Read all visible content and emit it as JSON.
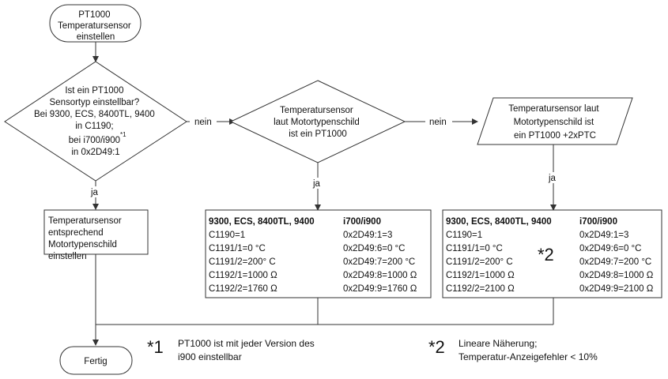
{
  "nodes": {
    "start": [
      "PT1000",
      "Temperatursensor",
      "einstellen"
    ],
    "decision1": [
      "Ist ein PT1000",
      "Sensortyp einstellbar?",
      "Bei 9300, ECS, 8400TL, 9400",
      "in C1190;",
      "bei i700/i900",
      "in 0x2D49:1"
    ],
    "decision1_sup": "*1",
    "decision2": [
      "Temperatursensor",
      "laut Motortypenschild",
      "ist ein PT1000"
    ],
    "parallelogram": [
      "Temperatursensor laut",
      "Motortypenschild ist",
      "ein PT1000 +2xPTC"
    ],
    "box_left": [
      "Temperatursensor",
      "entsprechend",
      "Motortypenschild",
      "einstellen"
    ],
    "end": "Fertig"
  },
  "edges": {
    "nein1": "nein",
    "nein2": "nein",
    "ja1": "ja",
    "ja2": "ja",
    "ja3": "ja"
  },
  "table_mid": {
    "header_left": "9300, ECS, 8400TL, 9400",
    "header_right": "i700/i900",
    "rows": [
      [
        "C1190=1",
        "0x2D49:1=3"
      ],
      [
        "C1191/1=0 °C",
        "0x2D49:6=0 °C"
      ],
      [
        "C1191/2=200° C",
        "0x2D49:7=200 °C"
      ],
      [
        "C1192/1=1000 Ω",
        "0x2D49:8=1000 Ω"
      ],
      [
        "C1192/2=1760 Ω",
        "0x2D49:9=1760 Ω"
      ]
    ]
  },
  "table_right": {
    "header_left": "9300, ECS, 8400TL, 9400",
    "header_right": "i700/i900",
    "marker": "*2",
    "rows": [
      [
        "C1190=1",
        "0x2D49:1=3"
      ],
      [
        "C1191/1=0 °C",
        "0x2D49:6=0 °C"
      ],
      [
        "C1191/2=200° C",
        "0x2D49:7=200 °C"
      ],
      [
        "C1192/1=1000 Ω",
        "0x2D49:8=1000 Ω"
      ],
      [
        "C1192/2=2100 Ω",
        "0x2D49:9=2100 Ω"
      ]
    ]
  },
  "footnotes": [
    {
      "marker": "*1",
      "lines": [
        "PT1000 ist mit jeder Version des",
        "i900 einstellbar"
      ]
    },
    {
      "marker": "*2",
      "lines": [
        "Lineare Näherung;",
        "Temperatur-Anzeigefehler < 10%"
      ]
    }
  ]
}
